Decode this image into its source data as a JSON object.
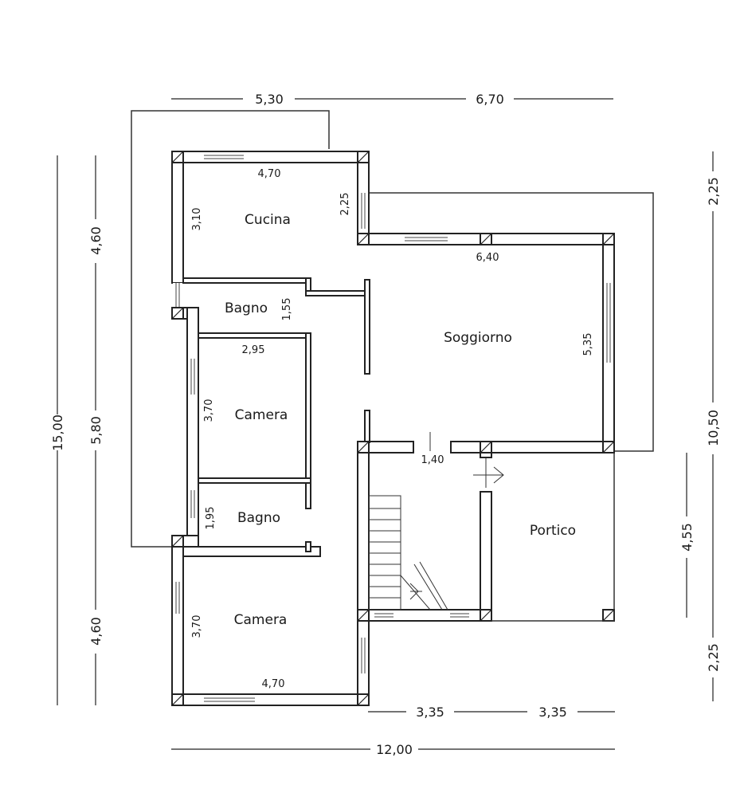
{
  "rooms": {
    "cucina": "Cucina",
    "bagno_top": "Bagno",
    "camera_mid": "Camera",
    "bagno_low": "Bagno",
    "camera_bottom": "Camera",
    "soggiorno": "Soggiorno",
    "portico": "Portico"
  },
  "interior_measures": {
    "cucina_width": "4,70",
    "cucina_depth": "3,10",
    "cucina_side": "2,25",
    "soggiorno_width": "6,40",
    "soggiorno_depth": "5,35",
    "bagno_top_depth": "1,55",
    "camera_mid_width": "2,95",
    "camera_mid_depth": "3,70",
    "bagno_low_depth": "1,95",
    "camera_bottom_depth": "3,70",
    "camera_bottom_width": "4,70",
    "door_width": "1,40"
  },
  "dimensions": {
    "top_left": "5,30",
    "top_right": "6,70",
    "left_total": "15,00",
    "left_upper": "4,60",
    "left_middle": "5,80",
    "left_lower": "4,60",
    "right_top": "2,25",
    "right_total": "10,50",
    "right_middle": "4,55",
    "right_bottom": "2,25",
    "bottom_left": "3,35",
    "bottom_right": "3,35",
    "bottom_total": "12,00"
  }
}
